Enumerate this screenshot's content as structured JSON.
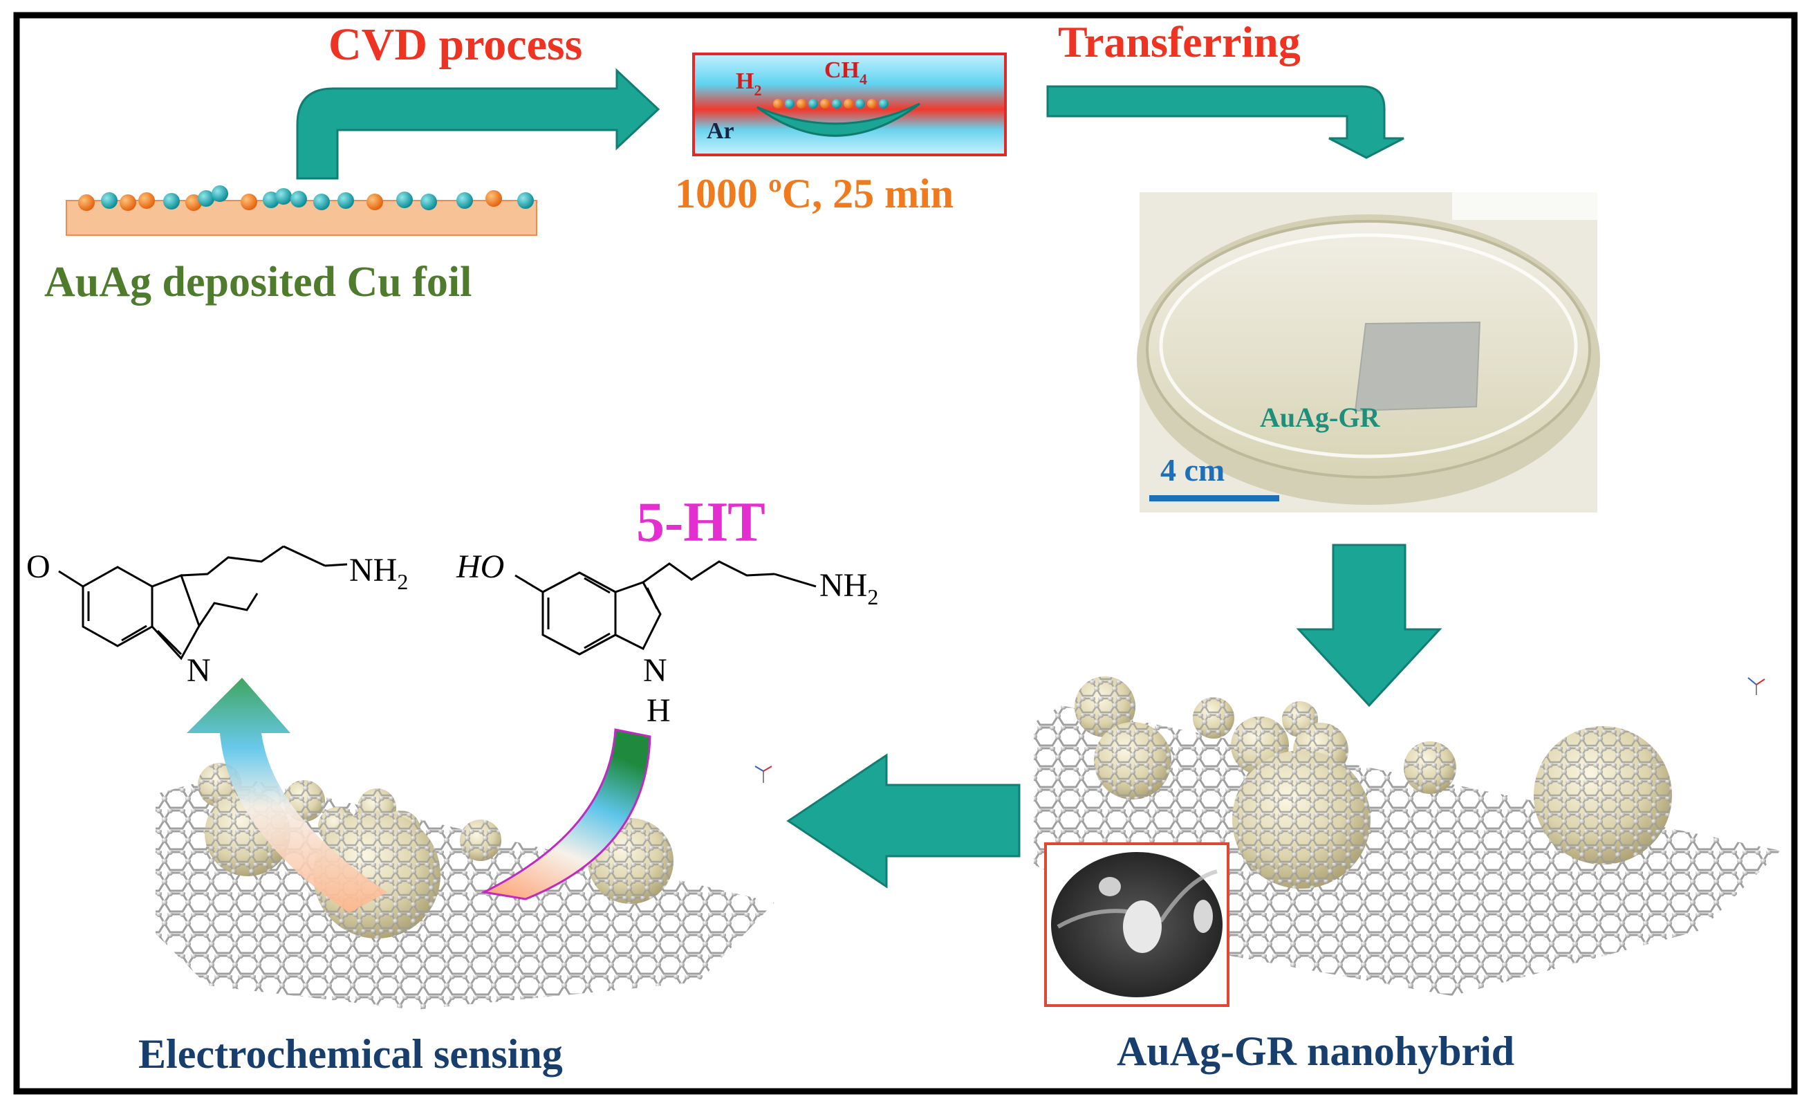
{
  "labels": {
    "cvd_process": "CVD process",
    "transferring": "Transferring",
    "cvd_condition": "1000 ºC, 25 min",
    "foil_caption": "AuAg deposited Cu foil",
    "gas_h2": "H",
    "gas_h2_sub": "2",
    "gas_ch4": "CH",
    "gas_ch4_sub": "4",
    "gas_ar": "Ar",
    "film_label": "AuAg-GR",
    "scale_bar": "4 cm",
    "analyte": "5-HT",
    "nanohybrid_caption": "AuAg-GR nanohybrid",
    "sensing_caption": "Electrochemical sensing"
  },
  "molecules": {
    "product": {
      "o": "O",
      "n": "N",
      "nh2": "NH",
      "nh2_sub": "2"
    },
    "serotonin": {
      "ho": "HO",
      "n": "N",
      "h": "H",
      "nh2": "NH",
      "nh2_sub": "2"
    }
  },
  "colors": {
    "arrow_teal": "#1aa595",
    "red_label": "#ee3322",
    "orange_label": "#f07a1e",
    "green_label": "#4f7b2c",
    "navy_label": "#173e6d",
    "magenta_label": "#e52ecf",
    "scale_blue": "#1d6fb8",
    "film_green": "#1d8f7a"
  },
  "icons": [
    "down-arrow-icon",
    "left-arrow-icon",
    "right-arrow-icon"
  ]
}
